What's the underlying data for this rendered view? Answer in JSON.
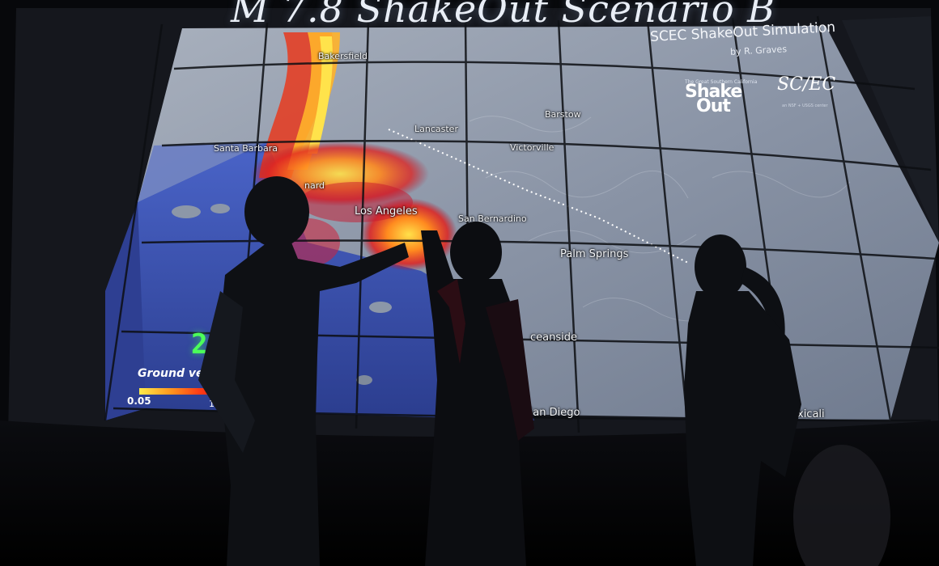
{
  "header": {
    "title": "M 7.8 ShakeOut Scenario B"
  },
  "simulation": {
    "title": "SCEC ShakeOut Simulation",
    "author": "by R. Graves",
    "logo_shakeout_small": "The Great Southern California",
    "logo_shakeout_main_1": "Shake",
    "logo_shakeout_main_2": "Out",
    "logo_scec": "SC/EC",
    "logo_scec_sub": "an NSF + USGS center"
  },
  "map": {
    "cities": [
      "Bakersfield",
      "Lancaster",
      "Barstow",
      "Victorville",
      "Santa Barbara",
      "nard",
      "Los Angeles",
      "San Bernardino",
      "Palm Springs",
      "ceanside",
      "San Diego",
      "xicali"
    ]
  },
  "hud": {
    "clock": "2:0",
    "legend_title": "Ground velocity",
    "legend_min": "0.05",
    "legend_max": "1"
  },
  "colors": {
    "ocean": "#3e57b8",
    "land": "#8d97a8",
    "shaking_hot": "#ffd23a",
    "shaking_mid": "#ff5a1e",
    "shaking_low": "#c2142b",
    "clock_green": "#4cff5a"
  }
}
